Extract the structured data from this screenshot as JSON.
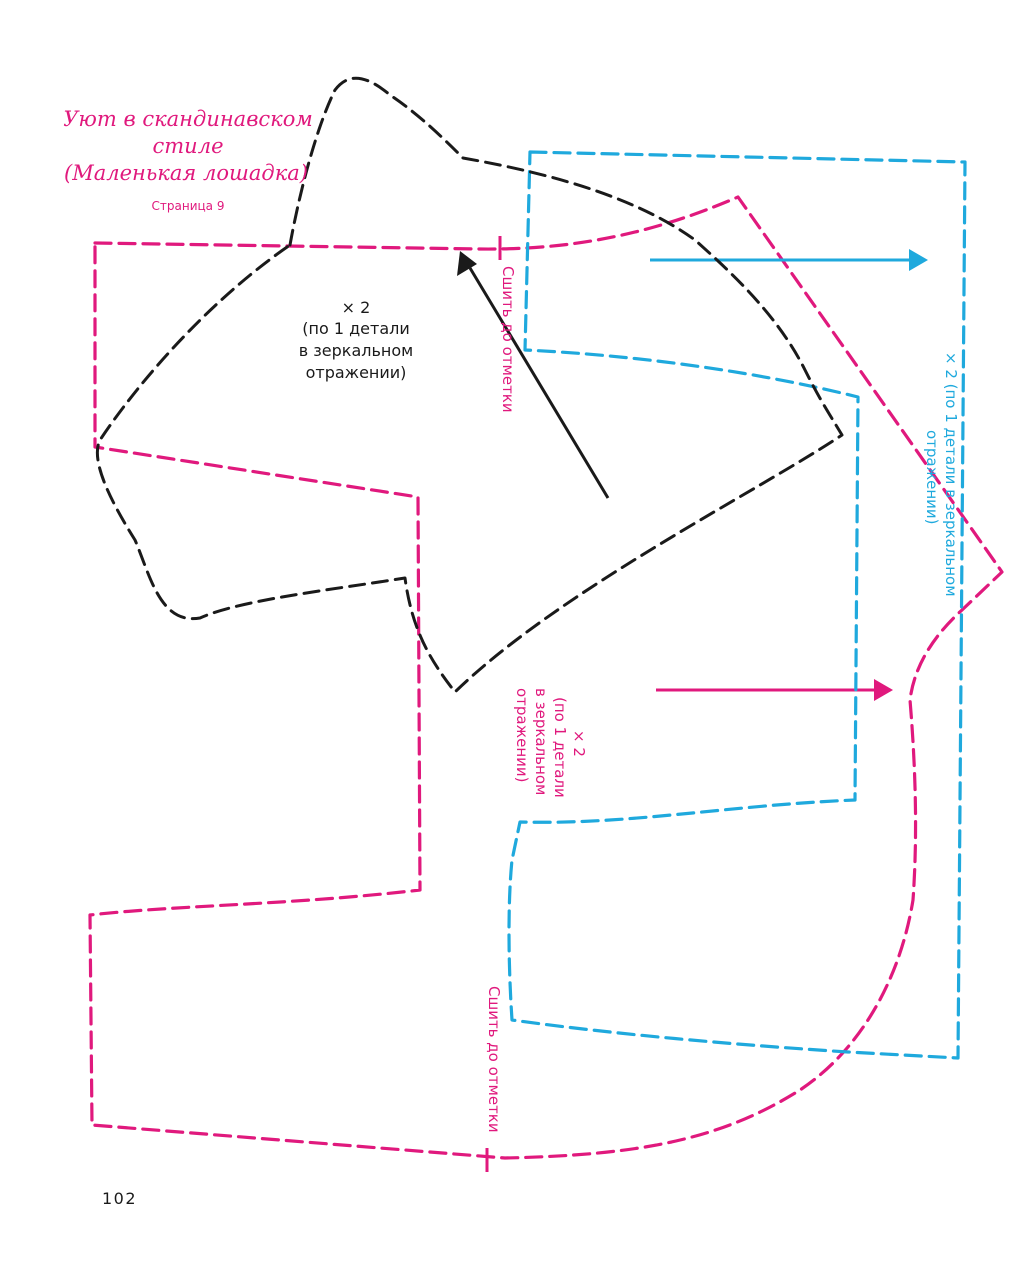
{
  "book": {
    "title_line1": "Уют в скандинавском",
    "title_line2": "стиле",
    "title_line3": "(Маленькая лошадка)",
    "page_ref": "Страница 9",
    "page_number": "102"
  },
  "black_piece": {
    "count": "× 2",
    "note_line1": "(по 1 детали",
    "note_line2": "в зеркальном",
    "note_line3": "отражении)"
  },
  "magenta_piece": {
    "count": "× 2",
    "note_line1": "(по 1 детали",
    "note_line2": "в зеркальном",
    "note_line3": "отражении)",
    "stitch_mark_top": "Сшить до отметки",
    "stitch_mark_bottom": "Сшить до отметки"
  },
  "blue_piece": {
    "note_line1": "× 2 (по 1 детали в зеркальном",
    "note_line2": "отражении)"
  },
  "colors": {
    "magenta": "#e0197d",
    "blue": "#1fa9dd",
    "black": "#1a1a1a"
  }
}
